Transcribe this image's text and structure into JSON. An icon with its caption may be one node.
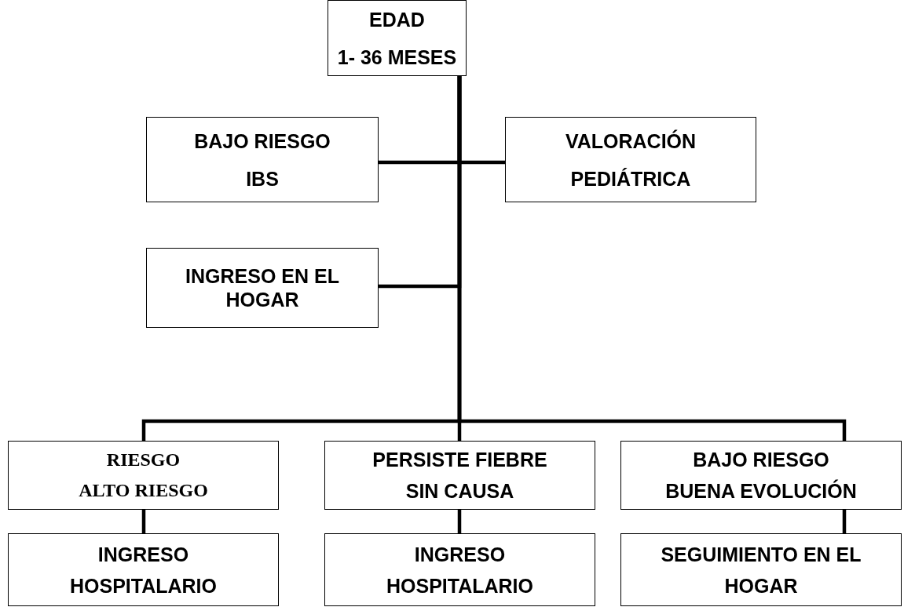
{
  "diagram": {
    "nodes": [
      {
        "text": [
          "EDAD",
          "1- 36 MESES"
        ]
      },
      {
        "text": [
          "BAJO RIESGO",
          "IBS"
        ]
      },
      {
        "text": [
          "VALORACIÓN",
          "PEDIÁTRICA"
        ]
      },
      {
        "text": [
          "INGRESO EN EL HOGAR"
        ]
      },
      {
        "text": [
          "RIESGO",
          "ALTO RIESGO"
        ]
      },
      {
        "text": [
          "PERSISTE FIEBRE",
          "SIN CAUSA"
        ]
      },
      {
        "text": [
          "BAJO RIESGO",
          "BUENA EVOLUCIÓN"
        ]
      },
      {
        "text": [
          "INGRESO",
          "HOSPITALARIO"
        ]
      },
      {
        "text": [
          "INGRESO",
          "HOSPITALARIO"
        ]
      },
      {
        "text": [
          "SEGUIMIENTO EN EL",
          "HOGAR"
        ]
      }
    ],
    "edges": [
      {
        "from": 0,
        "to": 1,
        "arrow": "none"
      },
      {
        "from": 0,
        "to": 2,
        "arrow": "none"
      },
      {
        "from": 0,
        "to": 3,
        "arrow": "none"
      },
      {
        "from": 0,
        "to": 4,
        "arrow": "none"
      },
      {
        "from": 0,
        "to": 5,
        "arrow": "none"
      },
      {
        "from": 0,
        "to": 6,
        "arrow": "none"
      },
      {
        "from": 4,
        "to": 7,
        "arrow": "none"
      },
      {
        "from": 5,
        "to": 8,
        "arrow": "none"
      },
      {
        "from": 6,
        "to": 9,
        "arrow": "none"
      }
    ]
  }
}
